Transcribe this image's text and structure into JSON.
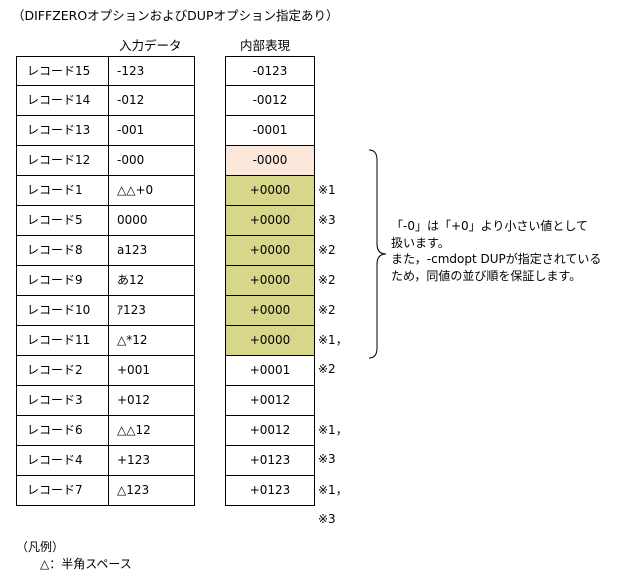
{
  "title": "（DIFFZEROオプションおよびDUPオプション指定あり）",
  "headers": {
    "input": "入力データ",
    "internal": "内部表現"
  },
  "colors": {
    "negative_zero_fill": "#fbe8db",
    "positive_zero_fill": "#d6d78a",
    "border": "#000000"
  },
  "rows": [
    {
      "name": "レコード15",
      "input": "-123",
      "internal": "-0123",
      "note": "",
      "highlight": "none"
    },
    {
      "name": "レコード14",
      "input": "-012",
      "internal": "-0012",
      "note": "",
      "highlight": "none"
    },
    {
      "name": "レコード13",
      "input": "-001",
      "internal": "-0001",
      "note": "",
      "highlight": "none"
    },
    {
      "name": "レコード12",
      "input": "-000",
      "internal": "-0000",
      "note": "",
      "highlight": "negative-zero"
    },
    {
      "name": "レコード1",
      "input": "△△+0",
      "internal": "+0000",
      "note": "※1",
      "highlight": "positive-zero"
    },
    {
      "name": "レコード5",
      "input": "0000",
      "internal": "+0000",
      "note": "※3",
      "highlight": "positive-zero"
    },
    {
      "name": "レコード8",
      "input": "a123",
      "internal": "+0000",
      "note": "※2",
      "highlight": "positive-zero"
    },
    {
      "name": "レコード9",
      "input": "あ12",
      "internal": "+0000",
      "note": "※2",
      "highlight": "positive-zero"
    },
    {
      "name": "レコード10",
      "input": "ｱ123",
      "internal": "+0000",
      "note": "※2",
      "highlight": "positive-zero"
    },
    {
      "name": "レコード11",
      "input": "△*12",
      "internal": "+0000",
      "note": "※1，※2",
      "highlight": "positive-zero"
    },
    {
      "name": "レコード2",
      "input": "+001",
      "internal": "+0001",
      "note": "",
      "highlight": "none"
    },
    {
      "name": "レコード3",
      "input": "+012",
      "internal": "+0012",
      "note": "",
      "highlight": "none"
    },
    {
      "name": "レコード6",
      "input": "△△12",
      "internal": "+0012",
      "note": "※1，※3",
      "highlight": "none"
    },
    {
      "name": "レコード4",
      "input": "+123",
      "internal": "+0123",
      "note": "",
      "highlight": "none"
    },
    {
      "name": "レコード7",
      "input": "△123",
      "internal": "+0123",
      "note": "※1，※3",
      "highlight": "none"
    }
  ],
  "explanation": {
    "line1": "「-0」は「+0」より小さい値として",
    "line2": "扱います。",
    "line3": "また，-cmdopt DUPが指定されている",
    "line4": "ため，同値の並び順を保証します。"
  },
  "legend": {
    "title": "（凡例）",
    "item": "△：半角スペース"
  }
}
